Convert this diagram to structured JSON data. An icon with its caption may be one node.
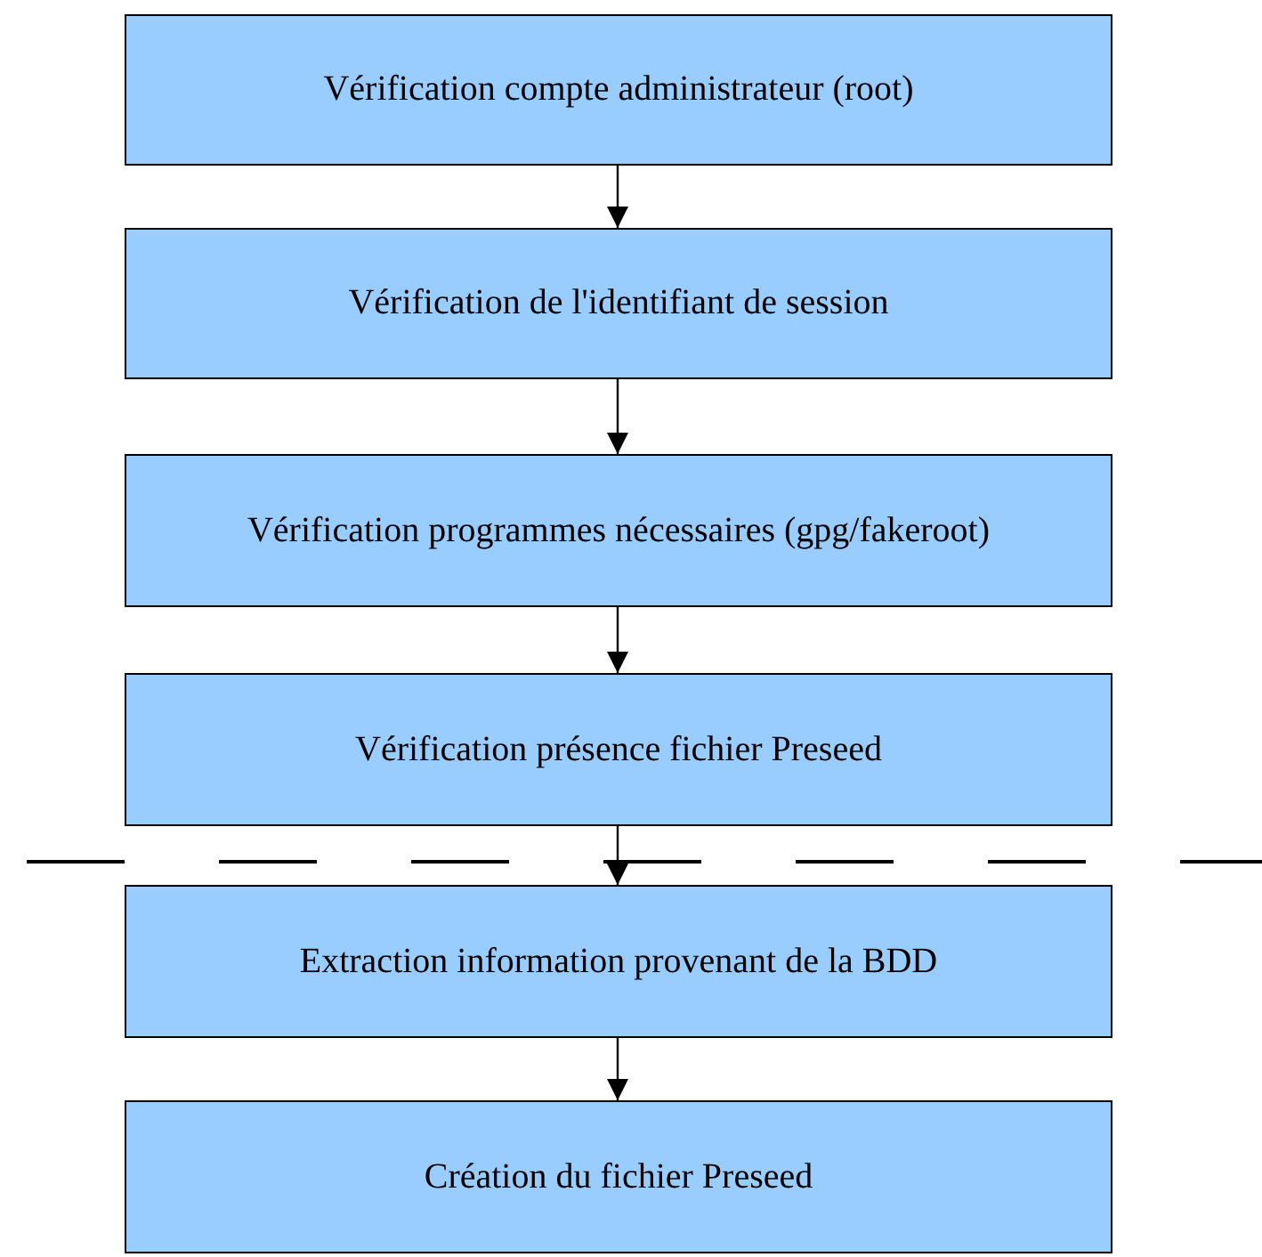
{
  "diagram": {
    "nodes": [
      {
        "text": [
          "Vérification compte administrateur (root)"
        ]
      },
      {
        "text": [
          "Vérification de l'identifiant de session"
        ]
      },
      {
        "text": [
          "Vérification programmes nécessaires (gpg/fakeroot)"
        ]
      },
      {
        "text": [
          "Vérification présence fichier Preseed"
        ]
      },
      {
        "text": [
          "Extraction information provenant de la BDD"
        ]
      },
      {
        "text": [
          "Création du fichier Preseed"
        ]
      }
    ],
    "edges": [
      {
        "from": 0,
        "to": 1,
        "arrow": "to"
      },
      {
        "from": 1,
        "to": 2,
        "arrow": "to"
      },
      {
        "from": 2,
        "to": 3,
        "arrow": "to"
      },
      {
        "from": 3,
        "to": 4,
        "arrow": "to"
      },
      {
        "from": 4,
        "to": 5,
        "arrow": "to"
      }
    ]
  }
}
